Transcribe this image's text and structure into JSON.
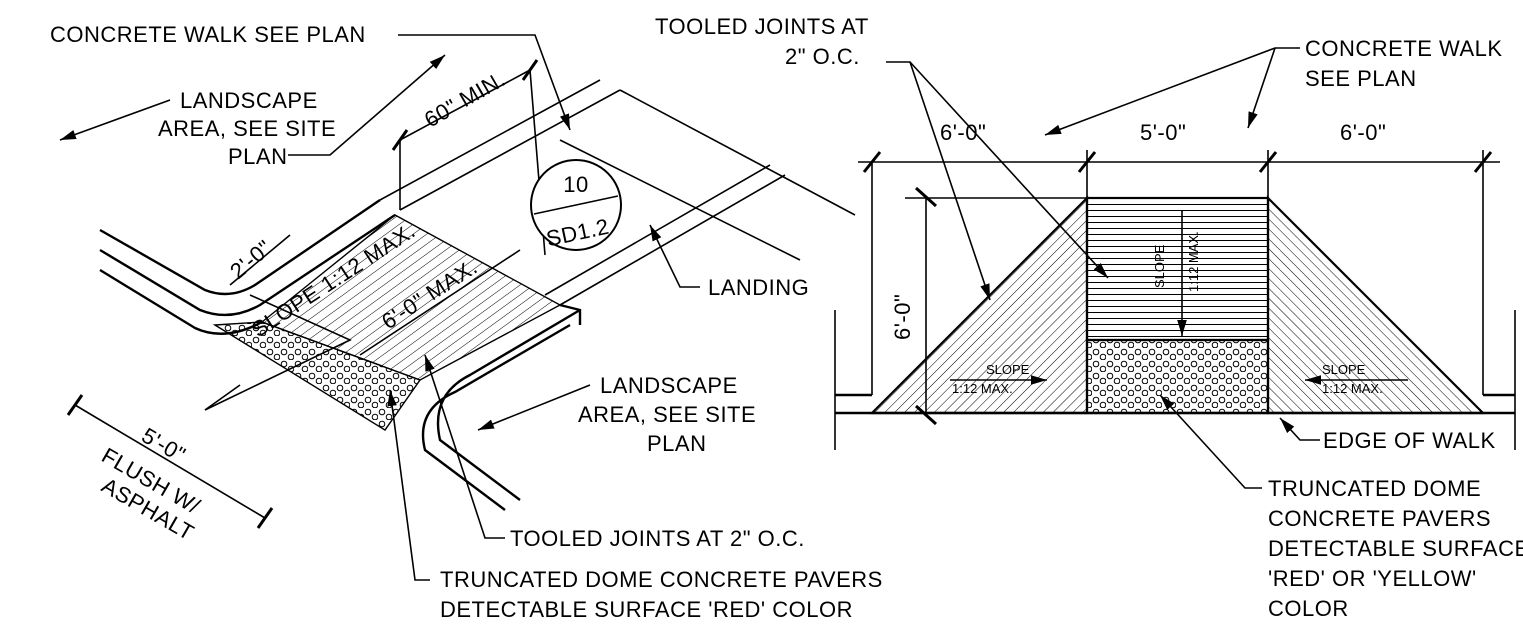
{
  "left_detail": {
    "concrete_walk": "CONCRETE WALK SEE PLAN",
    "landscape_top": [
      "LANDSCAPE",
      "AREA, SEE SITE",
      "PLAN"
    ],
    "dim_min": "60\" MIN.",
    "dim_2ft": "2'-0\"",
    "slope": "SLOPE 1:12 MAX.",
    "dim_6ft": "6'-0\" MAX.",
    "callout_number": "10",
    "callout_sheet": "SD1.2",
    "landing": "LANDING",
    "landscape_bottom": [
      "LANDSCAPE",
      "AREA, SEE SITE",
      "PLAN"
    ],
    "dim_5ft": "5'-0\"",
    "flush": [
      "FLUSH W/",
      "ASPHALT"
    ],
    "tooled_joints": "TOOLED JOINTS AT 2\" O.C.",
    "pavers": [
      "TRUNCATED DOME CONCRETE PAVERS",
      "DETECTABLE SURFACE 'RED' COLOR"
    ]
  },
  "right_detail": {
    "tooled_joints": [
      "TOOLED JOINTS AT",
      "2\" O.C."
    ],
    "concrete_walk": [
      "CONCRETE WALK",
      "SEE PLAN"
    ],
    "dim_left": "6'-0\"",
    "dim_center": "5'-0\"",
    "dim_right": "6'-0\"",
    "dim_vertical": "6'-0\"",
    "slope_center": [
      "SLOPE",
      "1:12 MAX."
    ],
    "slope_left": [
      "SLOPE",
      "1:12 MAX."
    ],
    "slope_right": [
      "SLOPE",
      "1:12 MAX."
    ],
    "edge_of_walk": "EDGE OF WALK",
    "pavers": [
      "TRUNCATED DOME",
      "CONCRETE PAVERS",
      "DETECTABLE SURFACE",
      "'RED' OR 'YELLOW'",
      "COLOR"
    ]
  }
}
